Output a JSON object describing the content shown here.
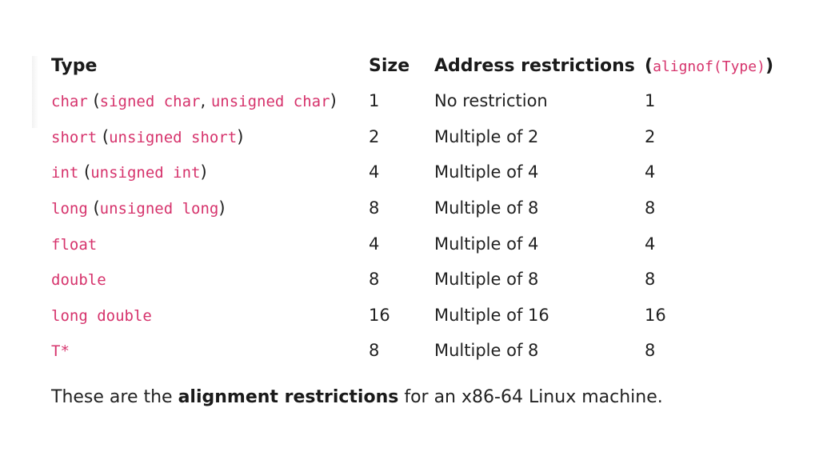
{
  "header": {
    "type": "Type",
    "size": "Size",
    "address": "Address restrictions",
    "align_open": "(",
    "align_code": "alignof(Type)",
    "align_close": ")"
  },
  "rows": [
    {
      "type": [
        {
          "t": "char",
          "code": true
        },
        {
          "t": " (",
          "code": false
        },
        {
          "t": "signed char",
          "code": true
        },
        {
          "t": ", ",
          "code": false
        },
        {
          "t": "unsigned char",
          "code": true
        },
        {
          "t": ")",
          "code": false
        }
      ],
      "size": "1",
      "address": "No restriction",
      "align": "1"
    },
    {
      "type": [
        {
          "t": "short",
          "code": true
        },
        {
          "t": " (",
          "code": false
        },
        {
          "t": "unsigned short",
          "code": true
        },
        {
          "t": ")",
          "code": false
        }
      ],
      "size": "2",
      "address": "Multiple of 2",
      "align": "2"
    },
    {
      "type": [
        {
          "t": "int",
          "code": true
        },
        {
          "t": " (",
          "code": false
        },
        {
          "t": "unsigned int",
          "code": true
        },
        {
          "t": ")",
          "code": false
        }
      ],
      "size": "4",
      "address": "Multiple of 4",
      "align": "4"
    },
    {
      "type": [
        {
          "t": "long",
          "code": true
        },
        {
          "t": " (",
          "code": false
        },
        {
          "t": "unsigned long",
          "code": true
        },
        {
          "t": ")",
          "code": false
        }
      ],
      "size": "8",
      "address": "Multiple of 8",
      "align": "8"
    },
    {
      "type": [
        {
          "t": "float",
          "code": true
        }
      ],
      "size": "4",
      "address": "Multiple of 4",
      "align": "4"
    },
    {
      "type": [
        {
          "t": "double",
          "code": true
        }
      ],
      "size": "8",
      "address": "Multiple of 8",
      "align": "8"
    },
    {
      "type": [
        {
          "t": "long double",
          "code": true
        }
      ],
      "size": "16",
      "address": "Multiple of 16",
      "align": "16"
    },
    {
      "type": [
        {
          "t": "T*",
          "code": true
        }
      ],
      "size": "8",
      "address": "Multiple of 8",
      "align": "8"
    }
  ],
  "caption": {
    "before": "These are the ",
    "bold": "alignment restrictions",
    "after": " for an x86-64 Linux machine."
  },
  "colors": {
    "code": "#d6336c",
    "text": "#222222"
  }
}
